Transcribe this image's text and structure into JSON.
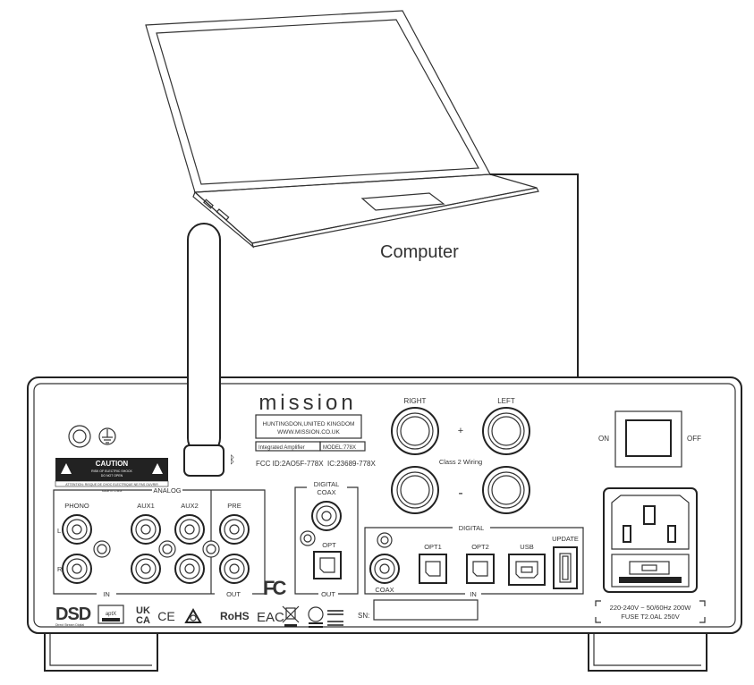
{
  "computer_label": "Computer",
  "brand": {
    "logo_text": "mission",
    "address_line1": "HUNTINGDON,UNITED KINGDOM",
    "address_line2": "WWW.MISSION.CO.UK",
    "product": "Integrated Amplifier",
    "model": "MODEL:778X",
    "fcc_id": "FCC ID:2AO5F-778X",
    "ic_id": "IC:23689-778X"
  },
  "speakers": {
    "right": "RIGHT",
    "left": "LEFT",
    "plus": "+",
    "minus": "-",
    "wiring": "Class 2 Wiring"
  },
  "power_switch": {
    "on": "ON",
    "off": "OFF"
  },
  "caution": {
    "title": "CAUTION",
    "line1": "RISK OF ELECTRIC SHOCK",
    "line2": "DO NOT OPEN",
    "line3": "ATTENTION: RISQUE DE CHOC ELECTRIQUE NE PAS OUVRIR",
    "made_in": "Made in China"
  },
  "analog": {
    "title": "ANALOG",
    "phono": "PHONO",
    "aux1": "AUX1",
    "aux2": "AUX2",
    "pre": "PRE",
    "l": "L",
    "r": "R",
    "in": "IN",
    "out": "OUT"
  },
  "digital_out": {
    "title_line1": "DIGITAL",
    "title_line2": "COAX",
    "opt": "OPT",
    "out": "OUT"
  },
  "digital_in": {
    "title": "DIGITAL",
    "coax": "COAX",
    "opt1": "OPT1",
    "opt2": "OPT2",
    "usb": "USB",
    "update": "UPDATE",
    "in": "IN"
  },
  "power": {
    "voltage": "220-240V ~ 50/60Hz 200W",
    "fuse": "FUSE T2.0AL 250V"
  },
  "sn_label": "SN:",
  "logos": {
    "dsd": "DSD",
    "dsd_sub": "Direct Stream Digital",
    "aptx": "aptX",
    "ukca_1": "UK",
    "ukca_2": "CA",
    "ce": "CE",
    "rohs": "RoHS",
    "eac": "EAC",
    "fc": "FC"
  }
}
